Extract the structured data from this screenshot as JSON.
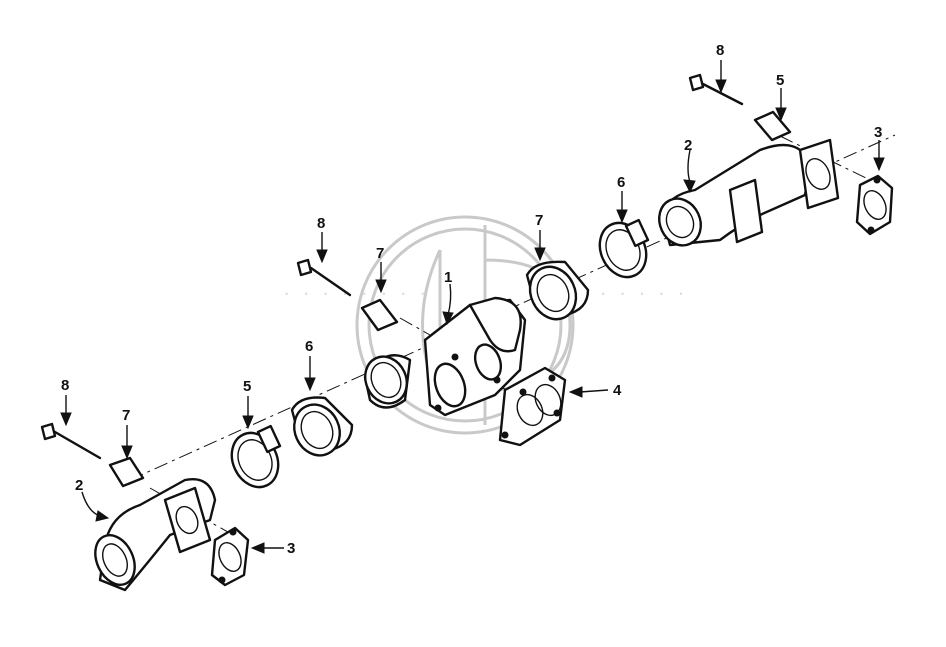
{
  "diagram": {
    "callouts": [
      {
        "id": "c1",
        "label": "1"
      },
      {
        "id": "c2a",
        "label": "2"
      },
      {
        "id": "c2b",
        "label": "2"
      },
      {
        "id": "c3a",
        "label": "3"
      },
      {
        "id": "c3b",
        "label": "3"
      },
      {
        "id": "c4",
        "label": "4"
      },
      {
        "id": "c5a",
        "label": "5"
      },
      {
        "id": "c5b",
        "label": "5"
      },
      {
        "id": "c6a",
        "label": "6"
      },
      {
        "id": "c6b",
        "label": "6"
      },
      {
        "id": "c7a",
        "label": "7"
      },
      {
        "id": "c7b",
        "label": "7"
      },
      {
        "id": "c7c",
        "label": "7"
      },
      {
        "id": "c8a",
        "label": "8"
      },
      {
        "id": "c8b",
        "label": "8"
      },
      {
        "id": "c8c",
        "label": "8"
      }
    ],
    "watermark": {
      "kind": "logo-seal",
      "color": "#c9c9c9"
    }
  }
}
